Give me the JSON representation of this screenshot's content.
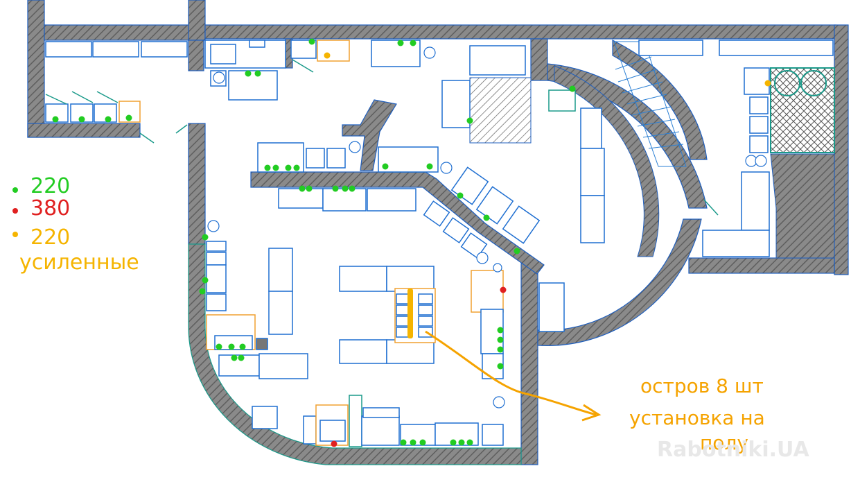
{
  "legend": [
    {
      "label": "220",
      "color": "#22cc22"
    },
    {
      "label": "380",
      "color": "#e02020"
    },
    {
      "label": "220",
      "color": "#f5b400"
    },
    {
      "label": "усиленные",
      "color": "#f5b400"
    }
  ],
  "annotation": {
    "line1": "остров 8 шт",
    "line2": "установка на",
    "line3": "полу",
    "color": "#f5a300"
  },
  "watermark": "Rabotniki.UA",
  "colors": {
    "wall_fill": "#7a7a7a",
    "wall_stroke": "#1f5fbf",
    "equipment_stroke": "#1f6fd1",
    "outlet_220": "#22cc22",
    "outlet_380": "#e02020",
    "outlet_220_reinforced": "#f5b400",
    "door": "#1a9a8a"
  }
}
